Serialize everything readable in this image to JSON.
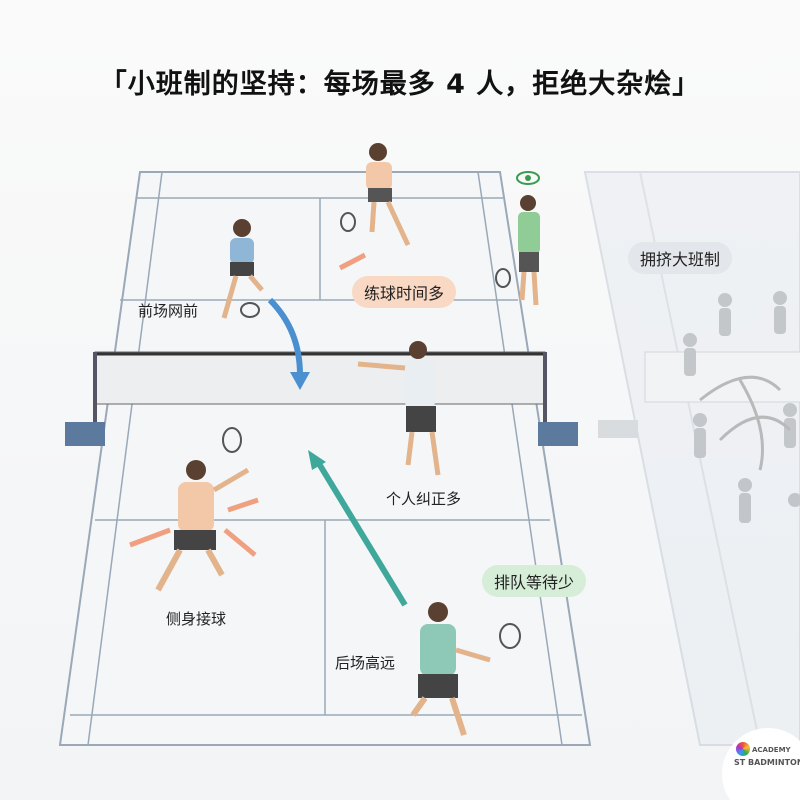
{
  "title": "「小班制的坚持：每场最多 4 人，拒绝大杂烩」",
  "labels": {
    "front_court": "前场网前",
    "more_practice": "练球时间多",
    "crowded_class": "拥挤大班制",
    "personal_correction": "个人纠正多",
    "less_waiting": "排队等待少",
    "side_receive": "侧身接球",
    "back_court": "后场高远"
  },
  "logo": {
    "line1": "ACADEMY",
    "line2": "ST BADMINTON"
  },
  "colors": {
    "orange_pill": "#f9d9c4",
    "gray_pill": "#e3e6ea",
    "green_pill": "#d6edd8",
    "court_line": "#9aa8b8",
    "arrow_blue": "#4a90d0",
    "arrow_teal": "#3fa89a",
    "arrow_orange": "#f0a080"
  },
  "icons": [
    "eye-icon"
  ]
}
